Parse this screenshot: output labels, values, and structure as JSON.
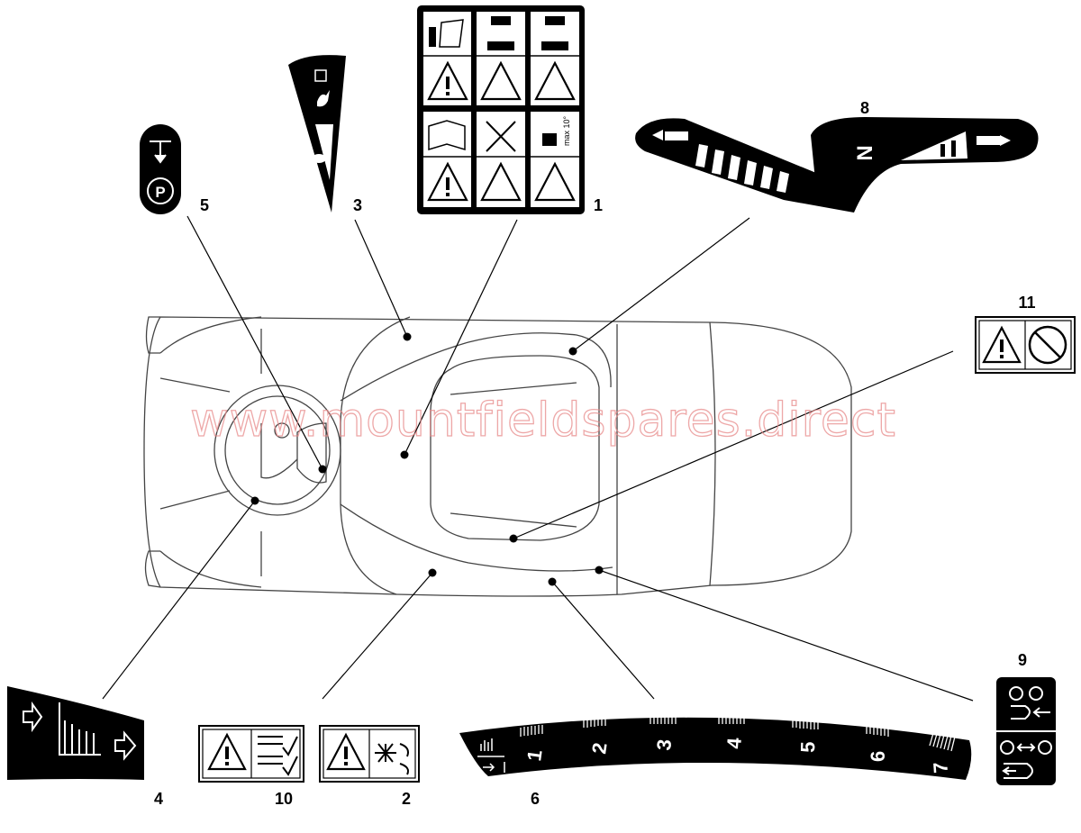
{
  "watermark": "www.mountfieldspares.direct",
  "callouts": {
    "c1": "1",
    "c2": "2",
    "c3": "3",
    "c4": "4",
    "c5": "5",
    "c6": "6",
    "c8": "8",
    "c9": "9",
    "c10": "10",
    "c11": "11"
  },
  "decals": {
    "gear_neutral": "N",
    "tilt_limit": "max 10°",
    "cut_height_scale": [
      "1",
      "2",
      "3",
      "4",
      "5",
      "6",
      "7"
    ]
  },
  "icons": {
    "brake": "parking-brake-icon",
    "throttle": "throttle-rabbit-turtle-icon",
    "safety": "safety-warning-panel-icon",
    "drive": "drive-direction-icon",
    "mower": "mower-deck-icon",
    "engage": "engage-disengage-icon"
  },
  "colors": {
    "ink": "#000000",
    "watermark": "#e88a8a"
  }
}
